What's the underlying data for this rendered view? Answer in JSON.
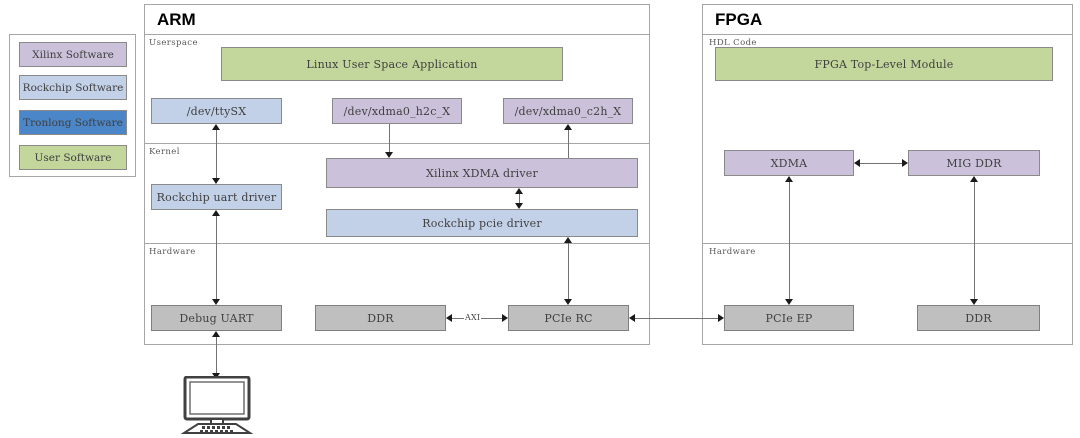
{
  "legend": {
    "items": [
      {
        "label": "Xilinx Software",
        "color": "#ccc1da"
      },
      {
        "label": "Rockchip Software",
        "color": "#c2d1e8"
      },
      {
        "label": "Tronlong Software",
        "color": "#4a86c8"
      },
      {
        "label": "User Software",
        "color": "#c3d69b"
      }
    ]
  },
  "arm": {
    "title": "ARM",
    "zones": [
      "Userspace",
      "Kernel",
      "Hardware"
    ],
    "userspace": {
      "app": "Linux User Space Application",
      "nodes": [
        "/dev/ttySX",
        "/dev/xdma0_h2c_X",
        "/dev/xdma0_c2h_X"
      ]
    },
    "kernel": {
      "uart_driver": "Rockchip uart driver",
      "xdma_driver": "Xilinx XDMA driver",
      "pcie_driver": "Rockchip pcie driver"
    },
    "hardware": {
      "debug_uart": "Debug UART",
      "ddr": "DDR",
      "pcie_rc": "PCIe RC",
      "axi_label": "AXI"
    }
  },
  "fpga": {
    "title": "FPGA",
    "zones": [
      "HDL Code",
      "Hardware"
    ],
    "hdl": {
      "top_module": "FPGA Top-Level Module",
      "xdma": "XDMA",
      "mig_ddr": "MIG DDR"
    },
    "hardware": {
      "pcie_ep": "PCIe EP",
      "ddr": "DDR"
    }
  },
  "host": {
    "device": "laptop-icon"
  },
  "colors": {
    "xilinx": "#ccc1da",
    "rockchip": "#c2d1e8",
    "tronlong": "#4a86c8",
    "user": "#c3d69b",
    "hardware": "#bfbfbf",
    "border": "#a6a6a6",
    "line": "#737373"
  }
}
